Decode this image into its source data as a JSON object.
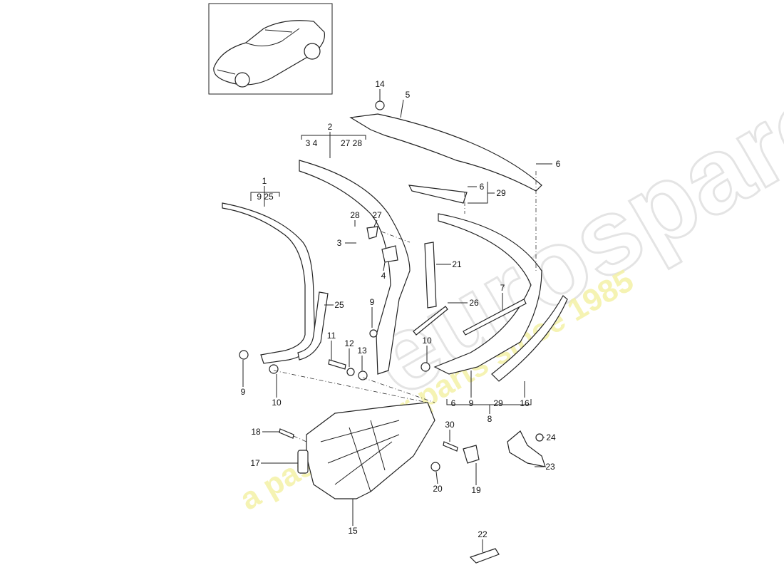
{
  "watermark": {
    "brand": "eurospares",
    "tagline": "a passion for parts since 1985",
    "brand_color": "#e6e6e6",
    "tagline_color": "#f3f0a0"
  },
  "thumbnail": {
    "icon": "car-thumbnail-icon"
  },
  "labels": {
    "p14": "14",
    "p5": "5",
    "p2": "2",
    "g2a": "3 4",
    "g2b": "27 28",
    "p1": "1",
    "g1": "9 25",
    "p6a": "6",
    "p6b": "6",
    "p29": "29",
    "p28": "28",
    "p27": "27",
    "p3": "3",
    "p4": "4",
    "p21": "21",
    "p25": "25",
    "p9a": "9",
    "p26": "26",
    "p7": "7",
    "p11": "11",
    "p12": "12",
    "p13": "13",
    "p10a": "10",
    "p9b": "9",
    "p10b": "10",
    "g8a": "6",
    "g8b": "9",
    "g8c": "29",
    "g8d": "16",
    "p8": "8",
    "p18": "18",
    "p30": "30",
    "p24": "24",
    "p17": "17",
    "p23": "23",
    "p20": "20",
    "p19": "19",
    "p15": "15",
    "p22": "22"
  }
}
